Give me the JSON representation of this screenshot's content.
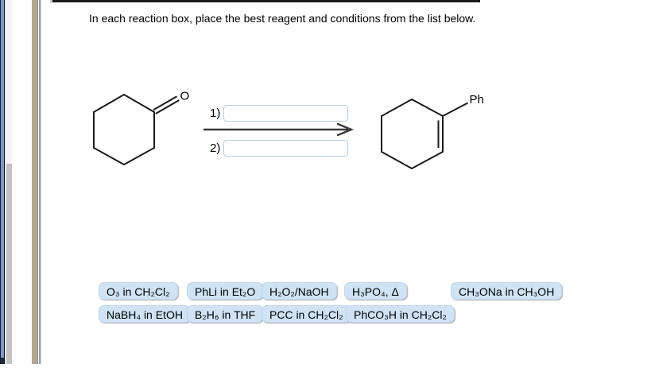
{
  "content": {
    "title": "In each reaction box, place the best reagent and conditions from the list below."
  },
  "reaction": {
    "reactant": "cyclohexanone",
    "product": "1-phenylcyclohexene",
    "carbonyl_o_label": "O",
    "phenyl_label": "Ph",
    "step1_label": "1)",
    "step2_label": "2)",
    "step1_value": "",
    "step2_value": ""
  },
  "reagent_bank": {
    "items": [
      {
        "label": "O₃ in CH₂Cl₂"
      },
      {
        "label": "PhLi in Et₂O"
      },
      {
        "label": "H₂O₂/NaOH"
      },
      {
        "label": "H₃PO₄, Δ"
      },
      {
        "label": "CH₃ONa in CH₃OH"
      },
      {
        "label": "NaBH₄ in EtOH"
      },
      {
        "label": "B₂H₆ in THF"
      },
      {
        "label": "PCC in CH₂Cl₂"
      },
      {
        "label": "PhCO₃H in CH₂Cl₂"
      }
    ]
  },
  "colors": {
    "reagent_chip_bg": "#cfe3f5",
    "input_border": "#b5cde6",
    "left_bar_blue": "#8098c8",
    "left_bar_tan": "#b5a98f",
    "bond_line": "#1a1a1a"
  }
}
